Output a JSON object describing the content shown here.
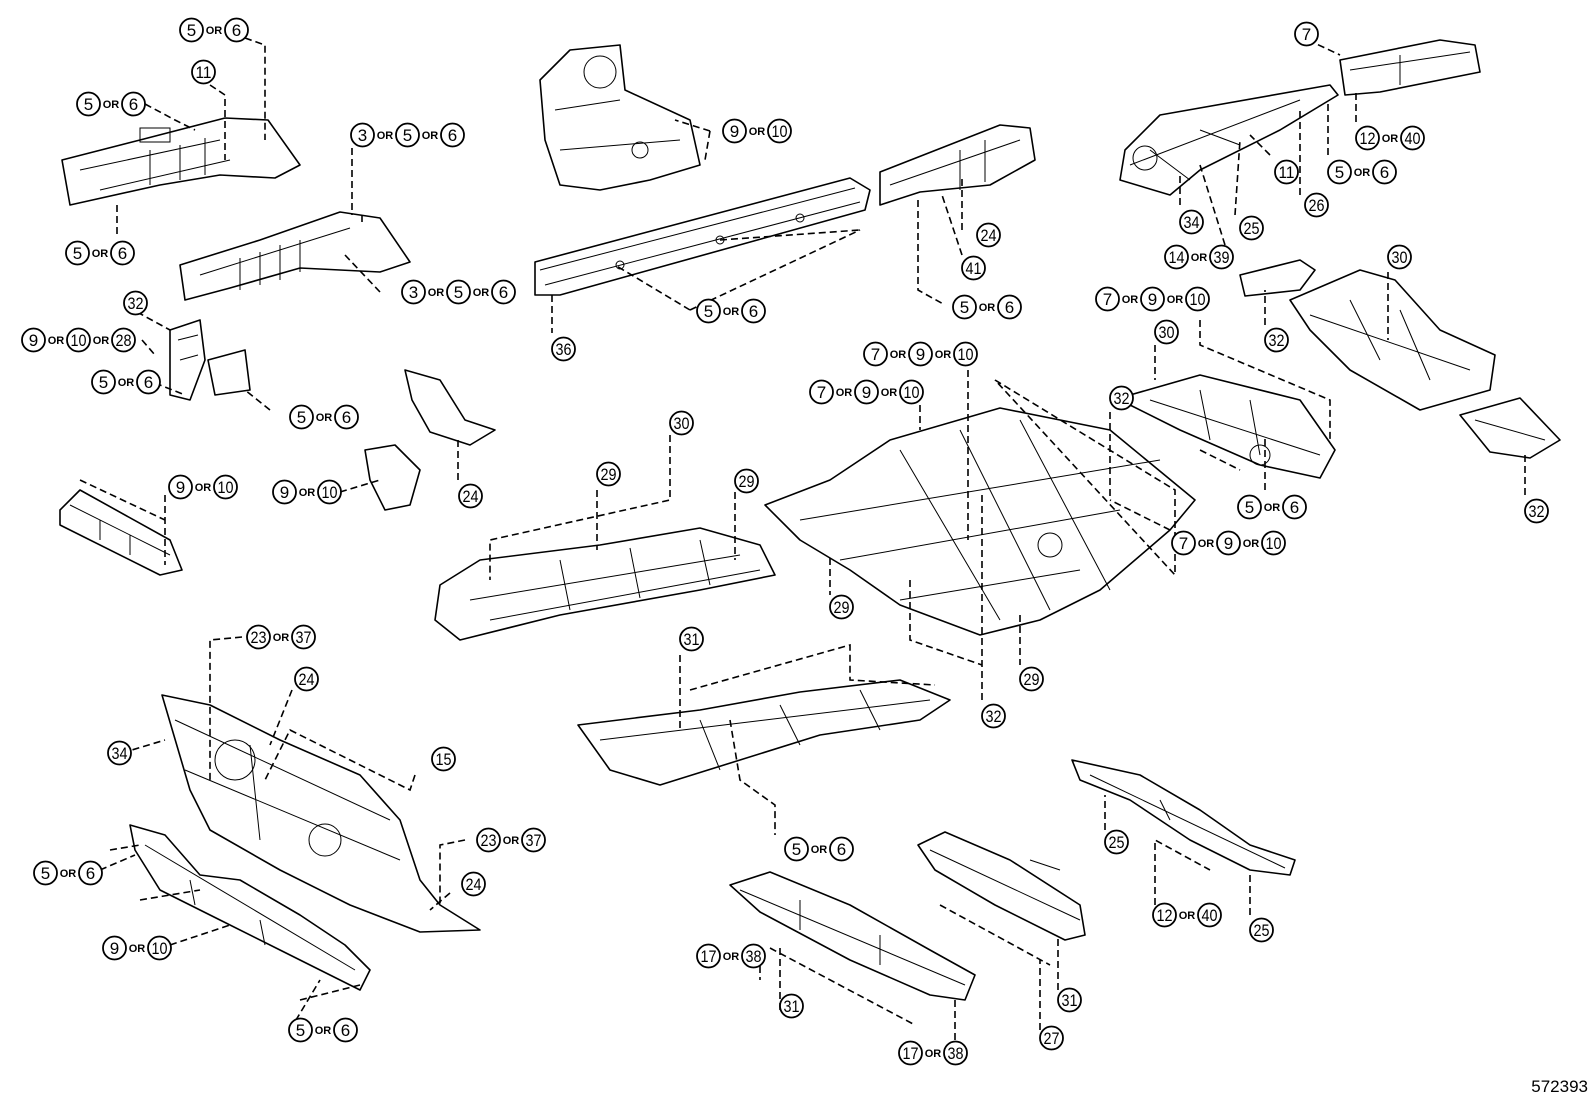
{
  "diagram": {
    "reference_number": "572393",
    "or_word": "OR",
    "callouts": [
      {
        "id": "c01",
        "nums": [
          "5",
          "6"
        ]
      },
      {
        "id": "c02",
        "nums": [
          "11"
        ]
      },
      {
        "id": "c03",
        "nums": [
          "5",
          "6"
        ]
      },
      {
        "id": "c04",
        "nums": [
          "5",
          "6"
        ]
      },
      {
        "id": "c05",
        "nums": [
          "3",
          "5",
          "6"
        ]
      },
      {
        "id": "c06",
        "nums": [
          "3",
          "5",
          "6"
        ]
      },
      {
        "id": "c07",
        "nums": [
          "9",
          "10"
        ]
      },
      {
        "id": "c08",
        "nums": [
          "5",
          "6"
        ]
      },
      {
        "id": "c09",
        "nums": [
          "36"
        ]
      },
      {
        "id": "c10",
        "nums": [
          "24"
        ]
      },
      {
        "id": "c11",
        "nums": [
          "41"
        ]
      },
      {
        "id": "c12",
        "nums": [
          "5",
          "6"
        ]
      },
      {
        "id": "c13",
        "nums": [
          "7"
        ]
      },
      {
        "id": "c14",
        "nums": [
          "12",
          "40"
        ]
      },
      {
        "id": "c15",
        "nums": [
          "5",
          "6"
        ]
      },
      {
        "id": "c16",
        "nums": [
          "11"
        ]
      },
      {
        "id": "c17",
        "nums": [
          "26"
        ]
      },
      {
        "id": "c18",
        "nums": [
          "34"
        ]
      },
      {
        "id": "c19",
        "nums": [
          "25"
        ]
      },
      {
        "id": "c20",
        "nums": [
          "14",
          "39"
        ]
      },
      {
        "id": "c21",
        "nums": [
          "32"
        ]
      },
      {
        "id": "c22",
        "nums": [
          "9",
          "10",
          "28"
        ]
      },
      {
        "id": "c23",
        "nums": [
          "5",
          "6"
        ]
      },
      {
        "id": "c24",
        "nums": [
          "5",
          "6"
        ]
      },
      {
        "id": "c25",
        "nums": [
          "9",
          "10"
        ]
      },
      {
        "id": "c26",
        "nums": [
          "24"
        ]
      },
      {
        "id": "c27",
        "nums": [
          "9",
          "10"
        ]
      },
      {
        "id": "c28",
        "nums": [
          "30"
        ]
      },
      {
        "id": "c29",
        "nums": [
          "29"
        ]
      },
      {
        "id": "c30",
        "nums": [
          "29"
        ]
      },
      {
        "id": "c31",
        "nums": [
          "7",
          "9",
          "10"
        ]
      },
      {
        "id": "c32",
        "nums": [
          "7",
          "9",
          "10"
        ]
      },
      {
        "id": "c33",
        "nums": [
          "32"
        ]
      },
      {
        "id": "c34",
        "nums": [
          "29"
        ]
      },
      {
        "id": "c35",
        "nums": [
          "29"
        ]
      },
      {
        "id": "c36",
        "nums": [
          "32"
        ]
      },
      {
        "id": "c37",
        "nums": [
          "7",
          "9",
          "10"
        ]
      },
      {
        "id": "c38",
        "nums": [
          "30"
        ]
      },
      {
        "id": "c39",
        "nums": [
          "5",
          "6"
        ]
      },
      {
        "id": "c40",
        "nums": [
          "7",
          "9",
          "10"
        ]
      },
      {
        "id": "c41",
        "nums": [
          "32"
        ]
      },
      {
        "id": "c42",
        "nums": [
          "30"
        ]
      },
      {
        "id": "c43",
        "nums": [
          "32"
        ]
      },
      {
        "id": "c44",
        "nums": [
          "23",
          "37"
        ]
      },
      {
        "id": "c45",
        "nums": [
          "24"
        ]
      },
      {
        "id": "c46",
        "nums": [
          "34"
        ]
      },
      {
        "id": "c47",
        "nums": [
          "15"
        ]
      },
      {
        "id": "c48",
        "nums": [
          "23",
          "37"
        ]
      },
      {
        "id": "c49",
        "nums": [
          "24"
        ]
      },
      {
        "id": "c50",
        "nums": [
          "5",
          "6"
        ]
      },
      {
        "id": "c51",
        "nums": [
          "9",
          "10"
        ]
      },
      {
        "id": "c52",
        "nums": [
          "5",
          "6"
        ]
      },
      {
        "id": "c53",
        "nums": [
          "31"
        ]
      },
      {
        "id": "c54",
        "nums": [
          "5",
          "6"
        ]
      },
      {
        "id": "c55",
        "nums": [
          "17",
          "38"
        ]
      },
      {
        "id": "c56",
        "nums": [
          "31"
        ]
      },
      {
        "id": "c57",
        "nums": [
          "17",
          "38"
        ]
      },
      {
        "id": "c58",
        "nums": [
          "31"
        ]
      },
      {
        "id": "c59",
        "nums": [
          "27"
        ]
      },
      {
        "id": "c60",
        "nums": [
          "25"
        ]
      },
      {
        "id": "c61",
        "nums": [
          "12",
          "40"
        ]
      },
      {
        "id": "c62",
        "nums": [
          "25"
        ]
      }
    ]
  }
}
